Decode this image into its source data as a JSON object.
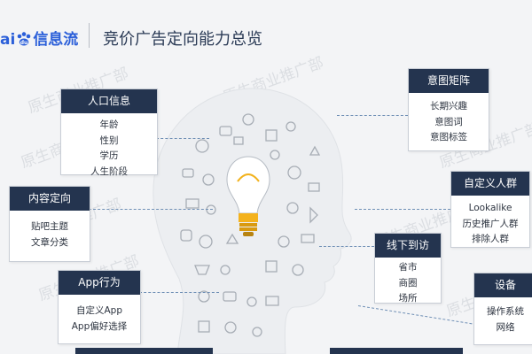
{
  "header": {
    "logo_prefix": "ai",
    "logo_suffix": "信息流",
    "title": "竞价广告定向能力总览"
  },
  "watermark_text": "原生商业推广部",
  "cards": {
    "population": {
      "title": "人口信息",
      "items": [
        "年龄",
        "性别",
        "学历",
        "人生阶段"
      ]
    },
    "content": {
      "title": "内容定向",
      "items": [
        "贴吧主题",
        "文章分类"
      ]
    },
    "app": {
      "title": "App行为",
      "items": [
        "自定义App",
        "App偏好选择"
      ]
    },
    "intent": {
      "title": "意图矩阵",
      "items": [
        "长期兴趣",
        "意图词",
        "意图标签"
      ]
    },
    "custom": {
      "title": "自定义人群",
      "items": [
        "Lookalike",
        "历史推广人群",
        "排除人群"
      ]
    },
    "offline": {
      "title": "线下到访",
      "items": [
        "省市",
        "商圈",
        "场所"
      ]
    },
    "device": {
      "title": "设备",
      "items": [
        "操作系统",
        "网络"
      ]
    }
  },
  "colors": {
    "card_header": "#24344f",
    "brand_blue": "#2b5fd9",
    "leader": "#6f8fb5"
  }
}
